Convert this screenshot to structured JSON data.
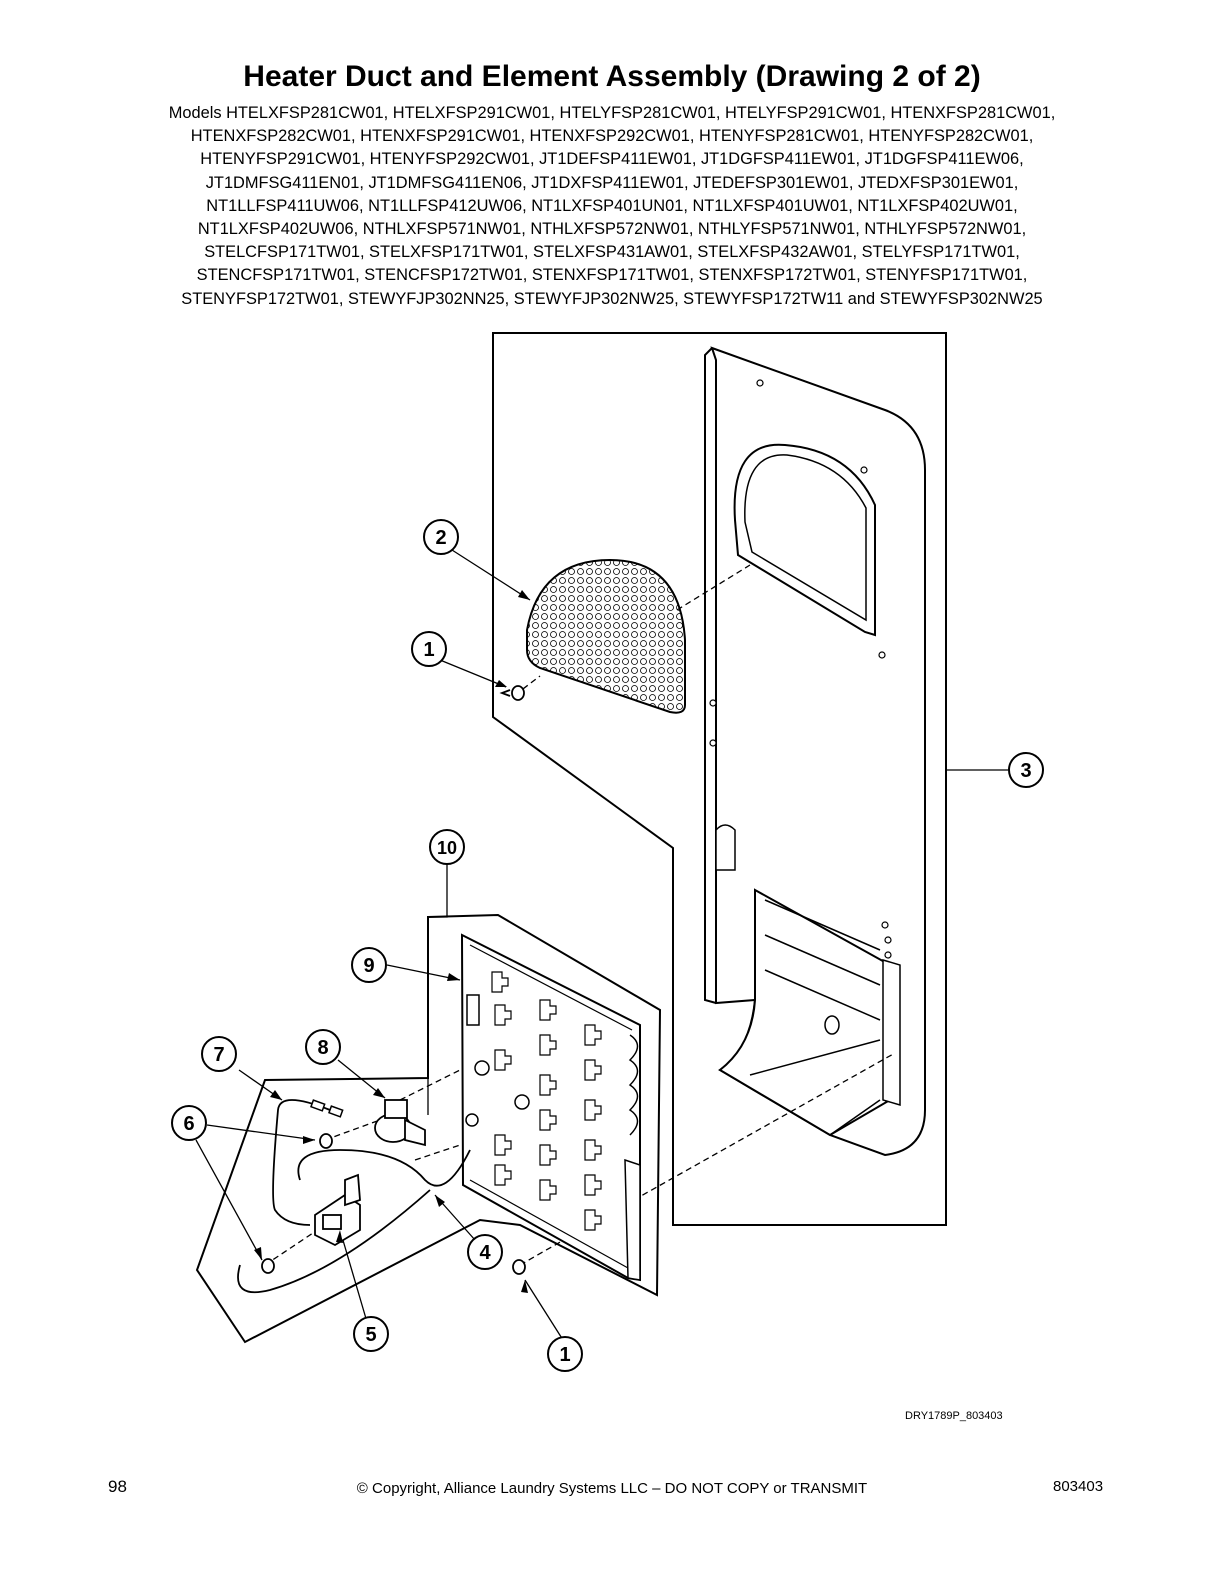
{
  "title": "Heater Duct and Element Assembly (Drawing 2 of 2)",
  "models": [
    "Models HTELXFSP281CW01, HTELXFSP291CW01, HTELYFSP281CW01, HTELYFSP291CW01, HTENXFSP281CW01,",
    "HTENXFSP282CW01, HTENXFSP291CW01, HTENXFSP292CW01, HTENYFSP281CW01, HTENYFSP282CW01,",
    "HTENYFSP291CW01, HTENYFSP292CW01, JT1DEFSP411EW01, JT1DGFSP411EW01, JT1DGFSP411EW06,",
    "JT1DMFSG411EN01, JT1DMFSG411EN06, JT1DXFSP411EW01, JTEDEFSP301EW01, JTEDXFSP301EW01,",
    "NT1LLFSP411UW06, NT1LLFSP412UW06, NT1LXFSP401UN01, NT1LXFSP401UW01, NT1LXFSP402UW01,",
    "NT1LXFSP402UW06, NTHLXFSP571NW01, NTHLXFSP572NW01, NTHLYFSP571NW01, NTHLYFSP572NW01,",
    "STELCFSP171TW01, STELXFSP171TW01, STELXFSP431AW01, STELXFSP432AW01, STELYFSP171TW01,",
    "STENCFSP171TW01, STENCFSP172TW01, STENXFSP171TW01, STENXFSP172TW01, STENYFSP171TW01,",
    "STENYFSP172TW01, STEWYFJP302NN25, STEWYFJP302NW25, STEWYFSP172TW11 and STEWYFSP302NW25"
  ],
  "callouts": {
    "c1a": "1",
    "c1b": "1",
    "c2": "2",
    "c3": "3",
    "c4": "4",
    "c5": "5",
    "c6": "6",
    "c7": "7",
    "c8": "8",
    "c9": "9",
    "c10": "10"
  },
  "drawing_ref": "DRY1789P_803403",
  "footer": {
    "page_number": "98",
    "copyright": "© Copyright, Alliance Laundry Systems LLC – DO NOT COPY or TRANSMIT",
    "doc_number": "803403"
  }
}
